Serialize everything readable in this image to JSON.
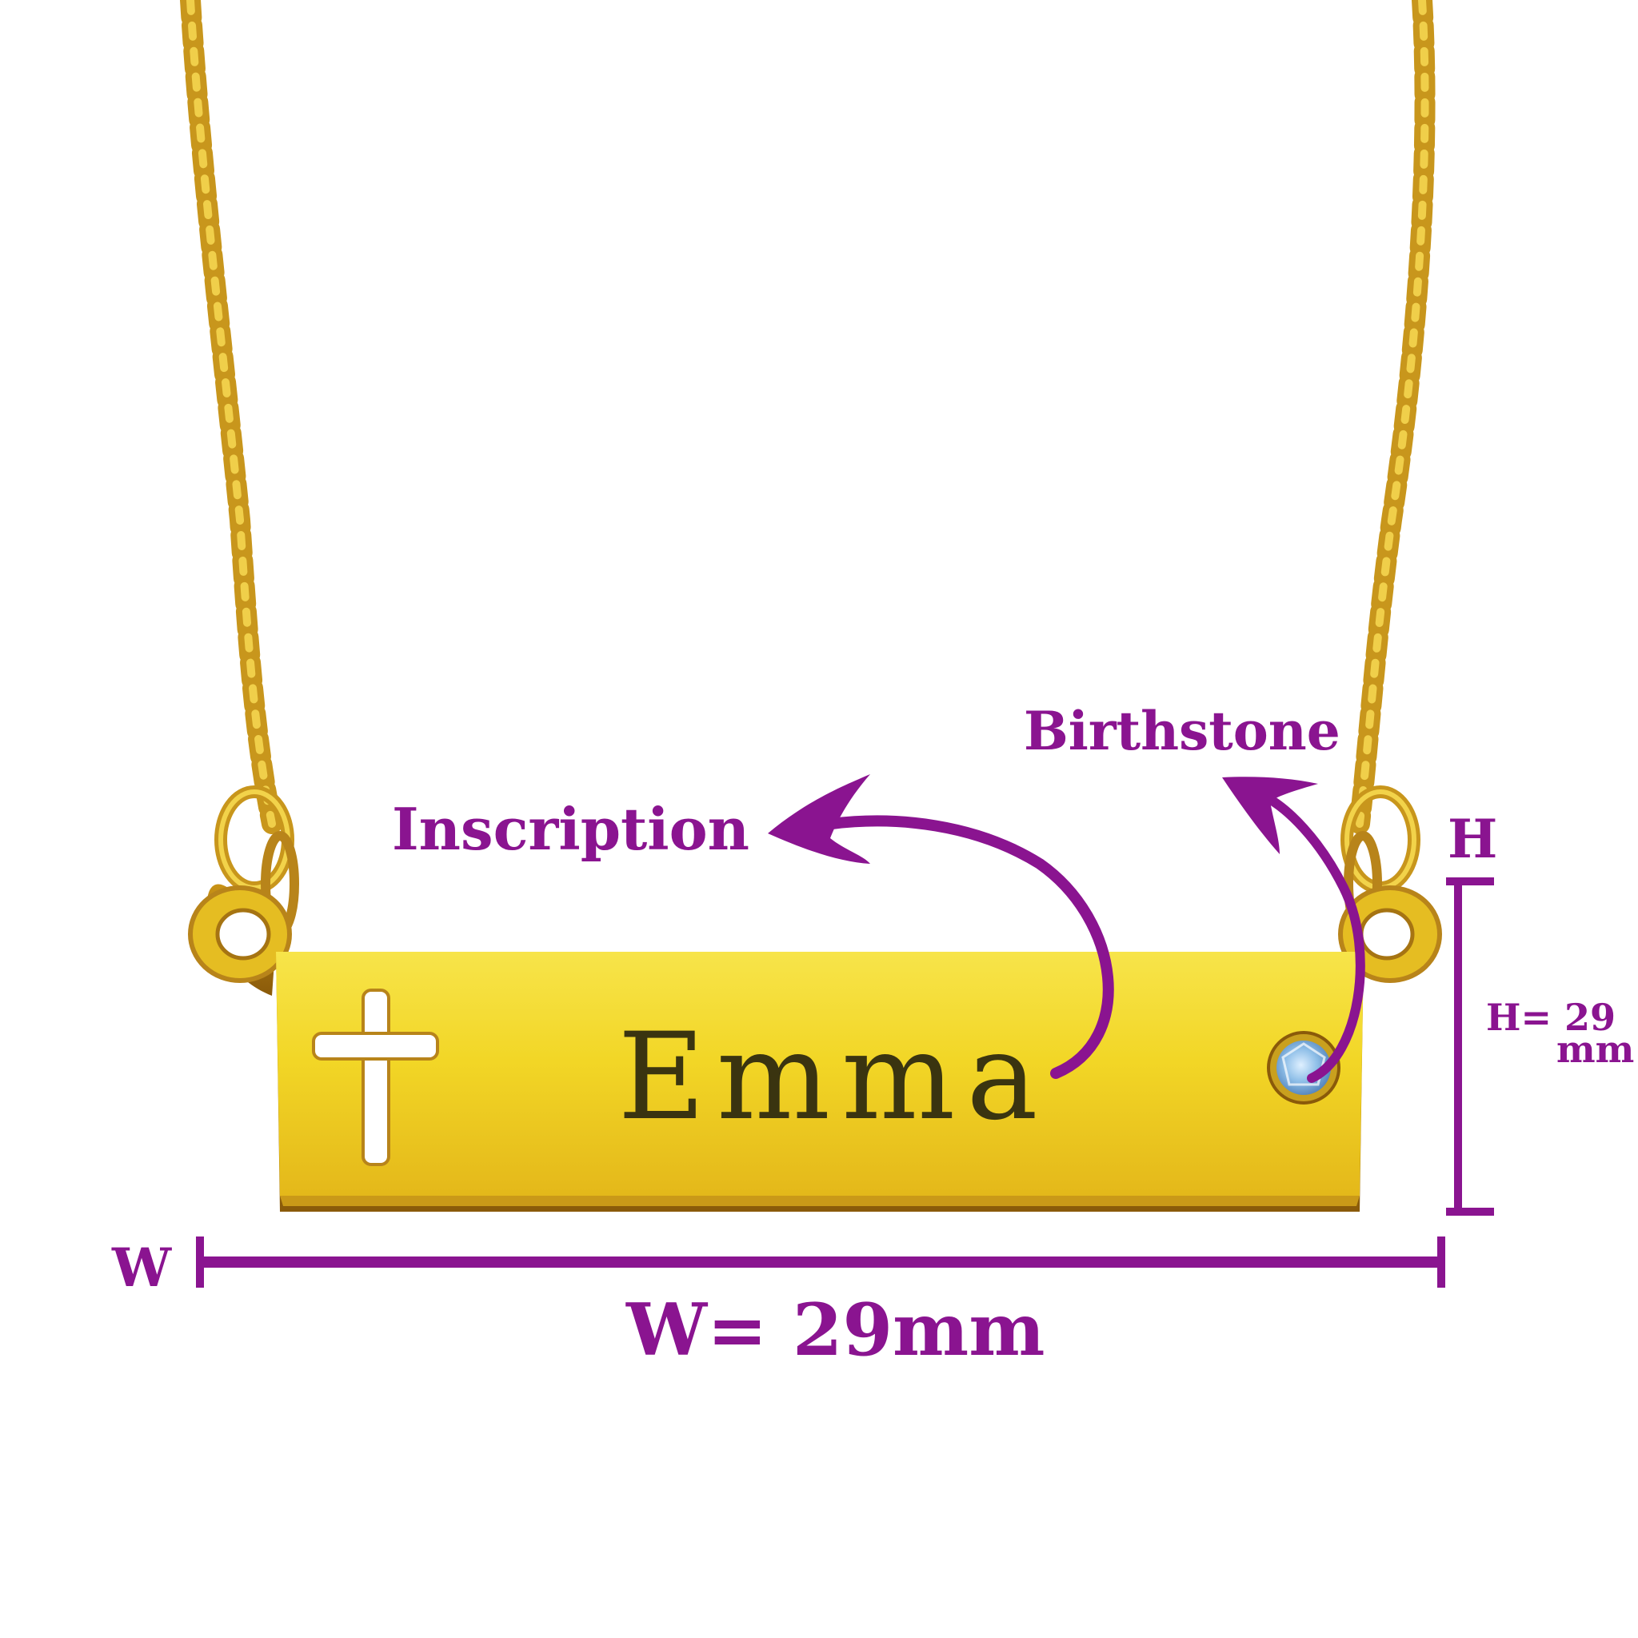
{
  "annotations": {
    "inscription": "Inscription",
    "birthstone": "Birthstone",
    "height_marker": "H",
    "height_value_line1": "H= 29",
    "height_value_line2": "mm",
    "width_marker": "W",
    "width_value": "W= 29mm"
  },
  "pendant": {
    "engraved_name": "Emma",
    "cutout_icon": "cross-icon",
    "gem_icon": "birthstone-gem-icon"
  },
  "colors": {
    "annotation_purple": "#8a1490",
    "gold": "#e6c21a",
    "gold_dark": "#b88a12",
    "gem_blue": "#9cc8ee",
    "background": "#ffffff"
  }
}
